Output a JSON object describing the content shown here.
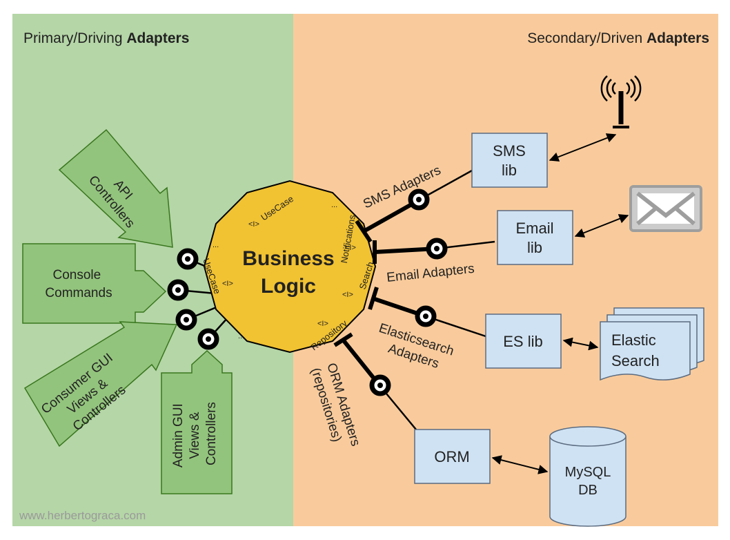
{
  "colors": {
    "primary_bg": "#b5d6a7",
    "secondary_bg": "#f9cb9c",
    "adapter_fill": "#93c47d",
    "adapter_stroke": "#38761d",
    "core_fill": "#f1c232",
    "box_fill": "#cfe2f3",
    "box_stroke": "#5b6b80",
    "line": "#000000"
  },
  "headers": {
    "primary_normal": "Primary/Driving ",
    "primary_bold": "Adapters",
    "secondary_normal": "Secondary/Driven ",
    "secondary_bold": "Adapters"
  },
  "core": {
    "line1": "Business",
    "line2": "Logic",
    "port_top": "UseCase",
    "port_left": "UseCase",
    "port_notifications": "Notifications",
    "port_search": "Search",
    "port_repository": "Repository",
    "ellipsis": "...",
    "interface_glyph": "<I>"
  },
  "primary_adapters": [
    {
      "lines": [
        "API",
        "Controllers"
      ]
    },
    {
      "lines": [
        "Console",
        "Commands"
      ]
    },
    {
      "lines": [
        "Consumer GUI",
        "Views &",
        "Controllers"
      ]
    },
    {
      "lines": [
        "Admin GUI",
        "Views &",
        "Controllers"
      ]
    }
  ],
  "secondary_labels": {
    "sms": "SMS Adapters",
    "email": "Email Adapters",
    "es_line1": "Elasticsearch",
    "es_line2": "Adapters",
    "orm_line1": "ORM Adapters",
    "orm_line2": "(repositories)"
  },
  "libs": {
    "sms_line1": "SMS",
    "sms_line2": "lib",
    "email_line1": "Email",
    "email_line2": "lib",
    "es": "ES lib",
    "orm": "ORM"
  },
  "externals": {
    "elastic_line1": "Elastic",
    "elastic_line2": "Search",
    "db_line1": "MySQL",
    "db_line2": "DB",
    "antenna": "antenna-icon",
    "mail": "envelope-icon"
  },
  "watermark": "www.herbertograca.com"
}
